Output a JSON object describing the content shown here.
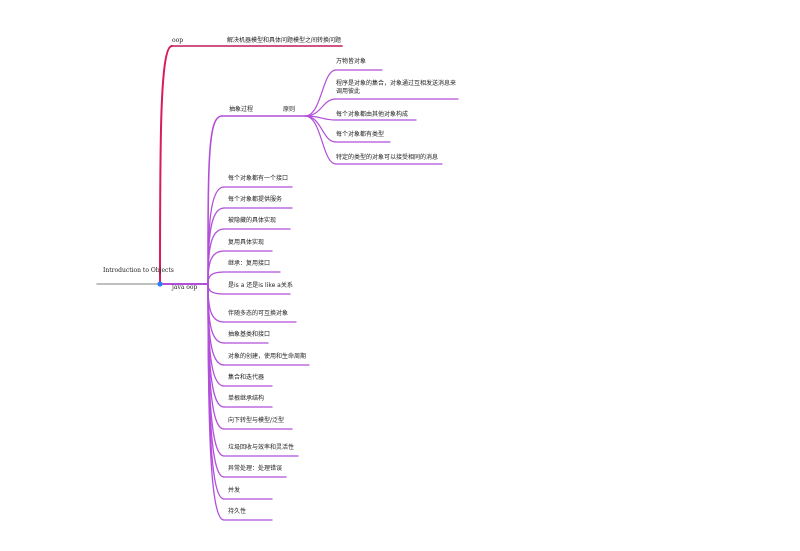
{
  "root": {
    "label": "Introduction to Objects"
  },
  "branch_oop": {
    "label": "oop",
    "child": "解决机器模型和具体问题模型之间转换问题",
    "color": "#c2185b"
  },
  "branch_java": {
    "label": "java oop",
    "color": "#b24fd9",
    "abstraction": {
      "label": "抽象过程",
      "note": "原则",
      "principles": [
        "万物皆对象",
        "程序是对象的集合，对象通过互相发送消息来调用彼此",
        "每个对象都由其他对象构成",
        "每个对象都有类型",
        "特定的类型的对象可以接受相同的消息"
      ]
    },
    "items": [
      "每个对象都有一个接口",
      "每个对象都提供服务",
      "被隐藏的具体实现",
      "复用具体实现",
      "继承：复用接口",
      "是is a 还是is like a关系",
      "伴随多态的可互换对象",
      "抽象基类和接口",
      "对象的创建，使用和生命周期",
      "集合和迭代器",
      "单根继承结构",
      "向下转型与模型/泛型",
      "垃圾回收与效率和灵活性",
      "异常处理：处理错误",
      "并发",
      "持久性"
    ]
  }
}
